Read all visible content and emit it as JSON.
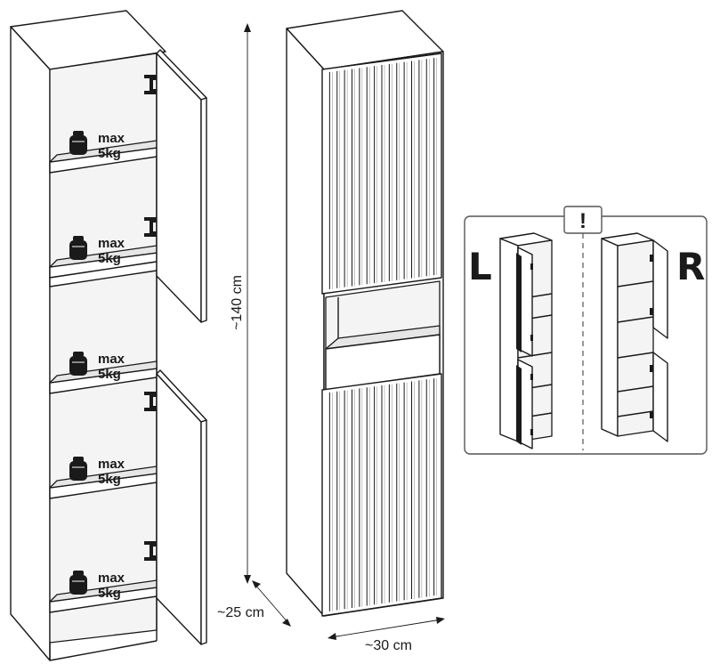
{
  "weight_limit": {
    "line1": "max",
    "line2": "5kg"
  },
  "dimensions": {
    "height": "~140 cm",
    "depth": "~25 cm",
    "width": "~30 cm"
  },
  "orientation": {
    "warning": "!",
    "left": "L",
    "right": "R"
  },
  "icons": [
    "weight-icon",
    "hinge-icon",
    "warning-icon"
  ]
}
